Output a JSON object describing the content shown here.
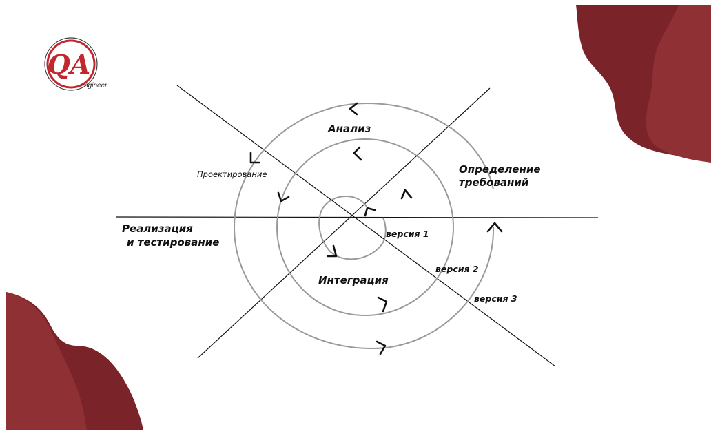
{
  "logo": {
    "letters": "QA",
    "subtitle": "engineer",
    "color": "#c1272d"
  },
  "colors": {
    "decor_dark": "#7a2429",
    "decor_light": "#8e3034",
    "spiral": "#9a9a9a",
    "axes": "#111111",
    "arrows": "#111111"
  },
  "diagram": {
    "phases": {
      "analysis": "Анализ",
      "design": "Проектирование",
      "requirements_line1": "Определение",
      "requirements_line2": "требований",
      "implementation_line1": "Реализация",
      "implementation_line2": "и тестирование",
      "integration": "Интеграция"
    },
    "versions": [
      "версия 1",
      "версия 2",
      "версия 3"
    ]
  }
}
